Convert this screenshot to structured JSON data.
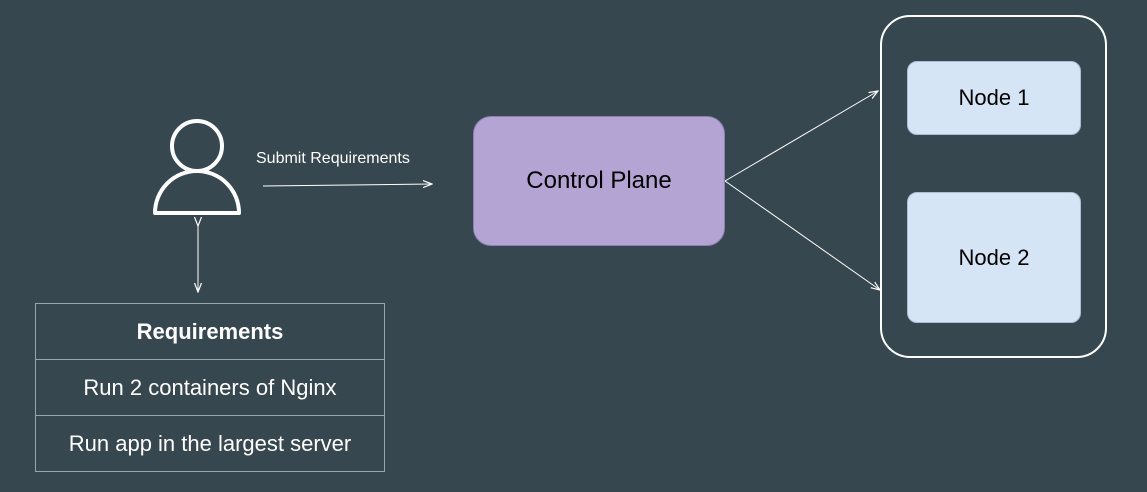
{
  "colors": {
    "background": "#37474f",
    "control_plane": "#b3a4d4",
    "node": "#d6e5f5",
    "lines": "#ffffff"
  },
  "user": {
    "icon": "user-icon"
  },
  "edge": {
    "label": "Submit Requirements"
  },
  "control_plane": {
    "label": "Control Plane"
  },
  "cluster": {
    "nodes": [
      {
        "label": "Node 1"
      },
      {
        "label": "Node 2"
      }
    ]
  },
  "requirements": {
    "header": "Requirements",
    "items": [
      "Run 2 containers of Nginx",
      "Run app in the largest server"
    ]
  }
}
